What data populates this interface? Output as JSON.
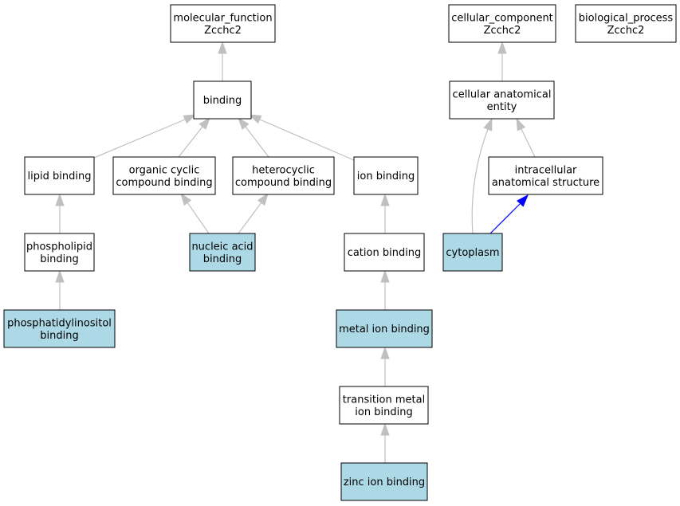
{
  "colors": {
    "node_default": "#ffffff",
    "node_highlight": "#add8e6",
    "edge_default": "#c0c0c0",
    "edge_highlight": "#0000ff"
  },
  "nodes": [
    {
      "id": "molecular_function",
      "lines": [
        "molecular_function",
        "Zcchc2"
      ],
      "highlight": false
    },
    {
      "id": "binding",
      "lines": [
        "binding"
      ],
      "highlight": false
    },
    {
      "id": "lipid_binding",
      "lines": [
        "lipid binding"
      ],
      "highlight": false
    },
    {
      "id": "organic_cyclic",
      "lines": [
        "organic cyclic",
        "compound binding"
      ],
      "highlight": false
    },
    {
      "id": "heterocyclic",
      "lines": [
        "heterocyclic",
        "compound binding"
      ],
      "highlight": false
    },
    {
      "id": "ion_binding",
      "lines": [
        "ion binding"
      ],
      "highlight": false
    },
    {
      "id": "phospholipid",
      "lines": [
        "phospholipid",
        "binding"
      ],
      "highlight": false
    },
    {
      "id": "nucleic_acid",
      "lines": [
        "nucleic acid",
        "binding"
      ],
      "highlight": true
    },
    {
      "id": "cation_binding",
      "lines": [
        "cation binding"
      ],
      "highlight": false
    },
    {
      "id": "phosphatidylinositol",
      "lines": [
        "phosphatidylinositol",
        "binding"
      ],
      "highlight": true
    },
    {
      "id": "metal_ion",
      "lines": [
        "metal ion binding"
      ],
      "highlight": true
    },
    {
      "id": "transition_metal",
      "lines": [
        "transition metal",
        "ion binding"
      ],
      "highlight": false
    },
    {
      "id": "zinc_ion",
      "lines": [
        "zinc ion binding"
      ],
      "highlight": true
    },
    {
      "id": "cellular_component",
      "lines": [
        "cellular_component",
        "Zcchc2"
      ],
      "highlight": false
    },
    {
      "id": "biological_process",
      "lines": [
        "biological_process",
        "Zcchc2"
      ],
      "highlight": false
    },
    {
      "id": "cellular_anatomical",
      "lines": [
        "cellular anatomical",
        "entity"
      ],
      "highlight": false
    },
    {
      "id": "intracellular",
      "lines": [
        "intracellular",
        "anatomical structure"
      ],
      "highlight": false
    },
    {
      "id": "cytoplasm",
      "lines": [
        "cytoplasm"
      ],
      "highlight": true
    }
  ],
  "edges": [
    {
      "from": "binding",
      "to": "molecular_function",
      "highlight": false
    },
    {
      "from": "lipid_binding",
      "to": "binding",
      "highlight": false
    },
    {
      "from": "organic_cyclic",
      "to": "binding",
      "highlight": false
    },
    {
      "from": "heterocyclic",
      "to": "binding",
      "highlight": false
    },
    {
      "from": "ion_binding",
      "to": "binding",
      "highlight": false
    },
    {
      "from": "phospholipid",
      "to": "lipid_binding",
      "highlight": false
    },
    {
      "from": "nucleic_acid",
      "to": "organic_cyclic",
      "highlight": false
    },
    {
      "from": "nucleic_acid",
      "to": "heterocyclic",
      "highlight": false
    },
    {
      "from": "cation_binding",
      "to": "ion_binding",
      "highlight": false
    },
    {
      "from": "phosphatidylinositol",
      "to": "phospholipid",
      "highlight": false
    },
    {
      "from": "metal_ion",
      "to": "cation_binding",
      "highlight": false
    },
    {
      "from": "transition_metal",
      "to": "metal_ion",
      "highlight": false
    },
    {
      "from": "zinc_ion",
      "to": "transition_metal",
      "highlight": false
    },
    {
      "from": "cellular_anatomical",
      "to": "cellular_component",
      "highlight": false
    },
    {
      "from": "intracellular",
      "to": "cellular_anatomical",
      "highlight": false
    },
    {
      "from": "cytoplasm",
      "to": "cellular_anatomical",
      "highlight": false
    },
    {
      "from": "cytoplasm",
      "to": "intracellular",
      "highlight": true
    }
  ]
}
